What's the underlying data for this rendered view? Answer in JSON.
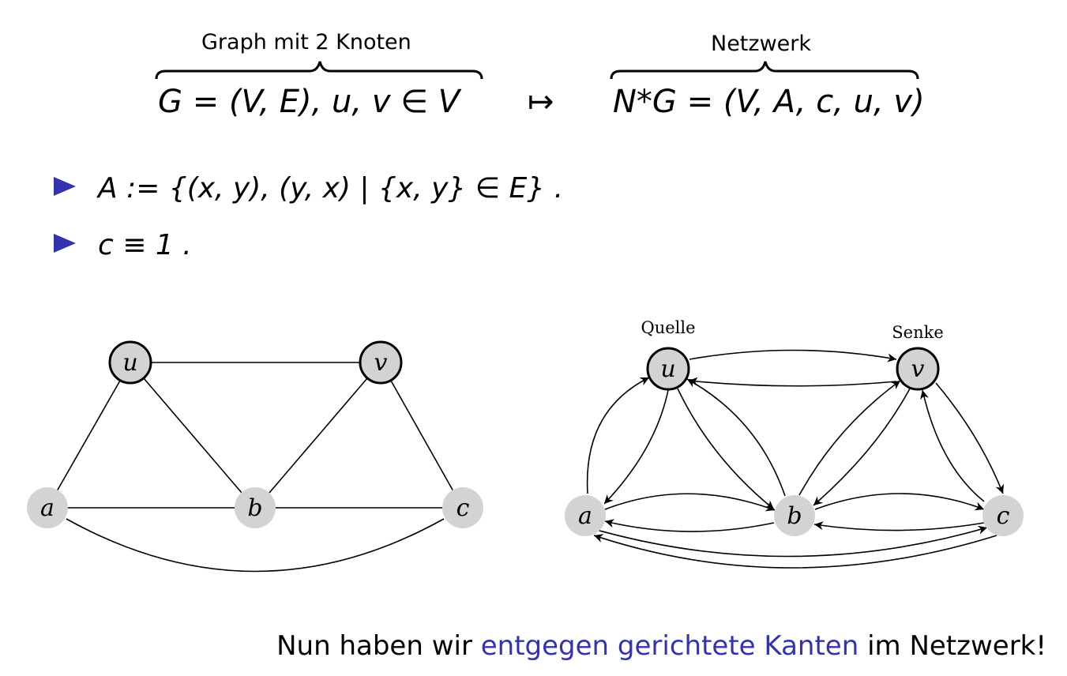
{
  "header": {
    "left_brace_label": "Graph mit 2 Knoten",
    "left_formula": "G = (V, E), u, v ∈ V",
    "mapsto": "↦",
    "right_brace_label": "Netzwerk",
    "right_formula": "N*G = (V, A, c, u, v)"
  },
  "bullets": [
    {
      "text": "A := {(x, y), (y, x) | {x, y} ∈ E} ."
    },
    {
      "text": "c ≡ 1   ."
    }
  ],
  "graph_left": {
    "nodes": [
      "u",
      "v",
      "a",
      "b",
      "c"
    ]
  },
  "graph_right": {
    "nodes": [
      "u",
      "v",
      "a",
      "b",
      "c"
    ],
    "source_label": "Quelle",
    "sink_label": "Senke"
  },
  "footer": {
    "prefix": "Nun haben wir ",
    "highlight": "entgegen gerichtete Kanten",
    "suffix": " im Netzwerk!"
  },
  "colors": {
    "accent": "#3333b2",
    "node_fill": "#d3d3d3"
  }
}
